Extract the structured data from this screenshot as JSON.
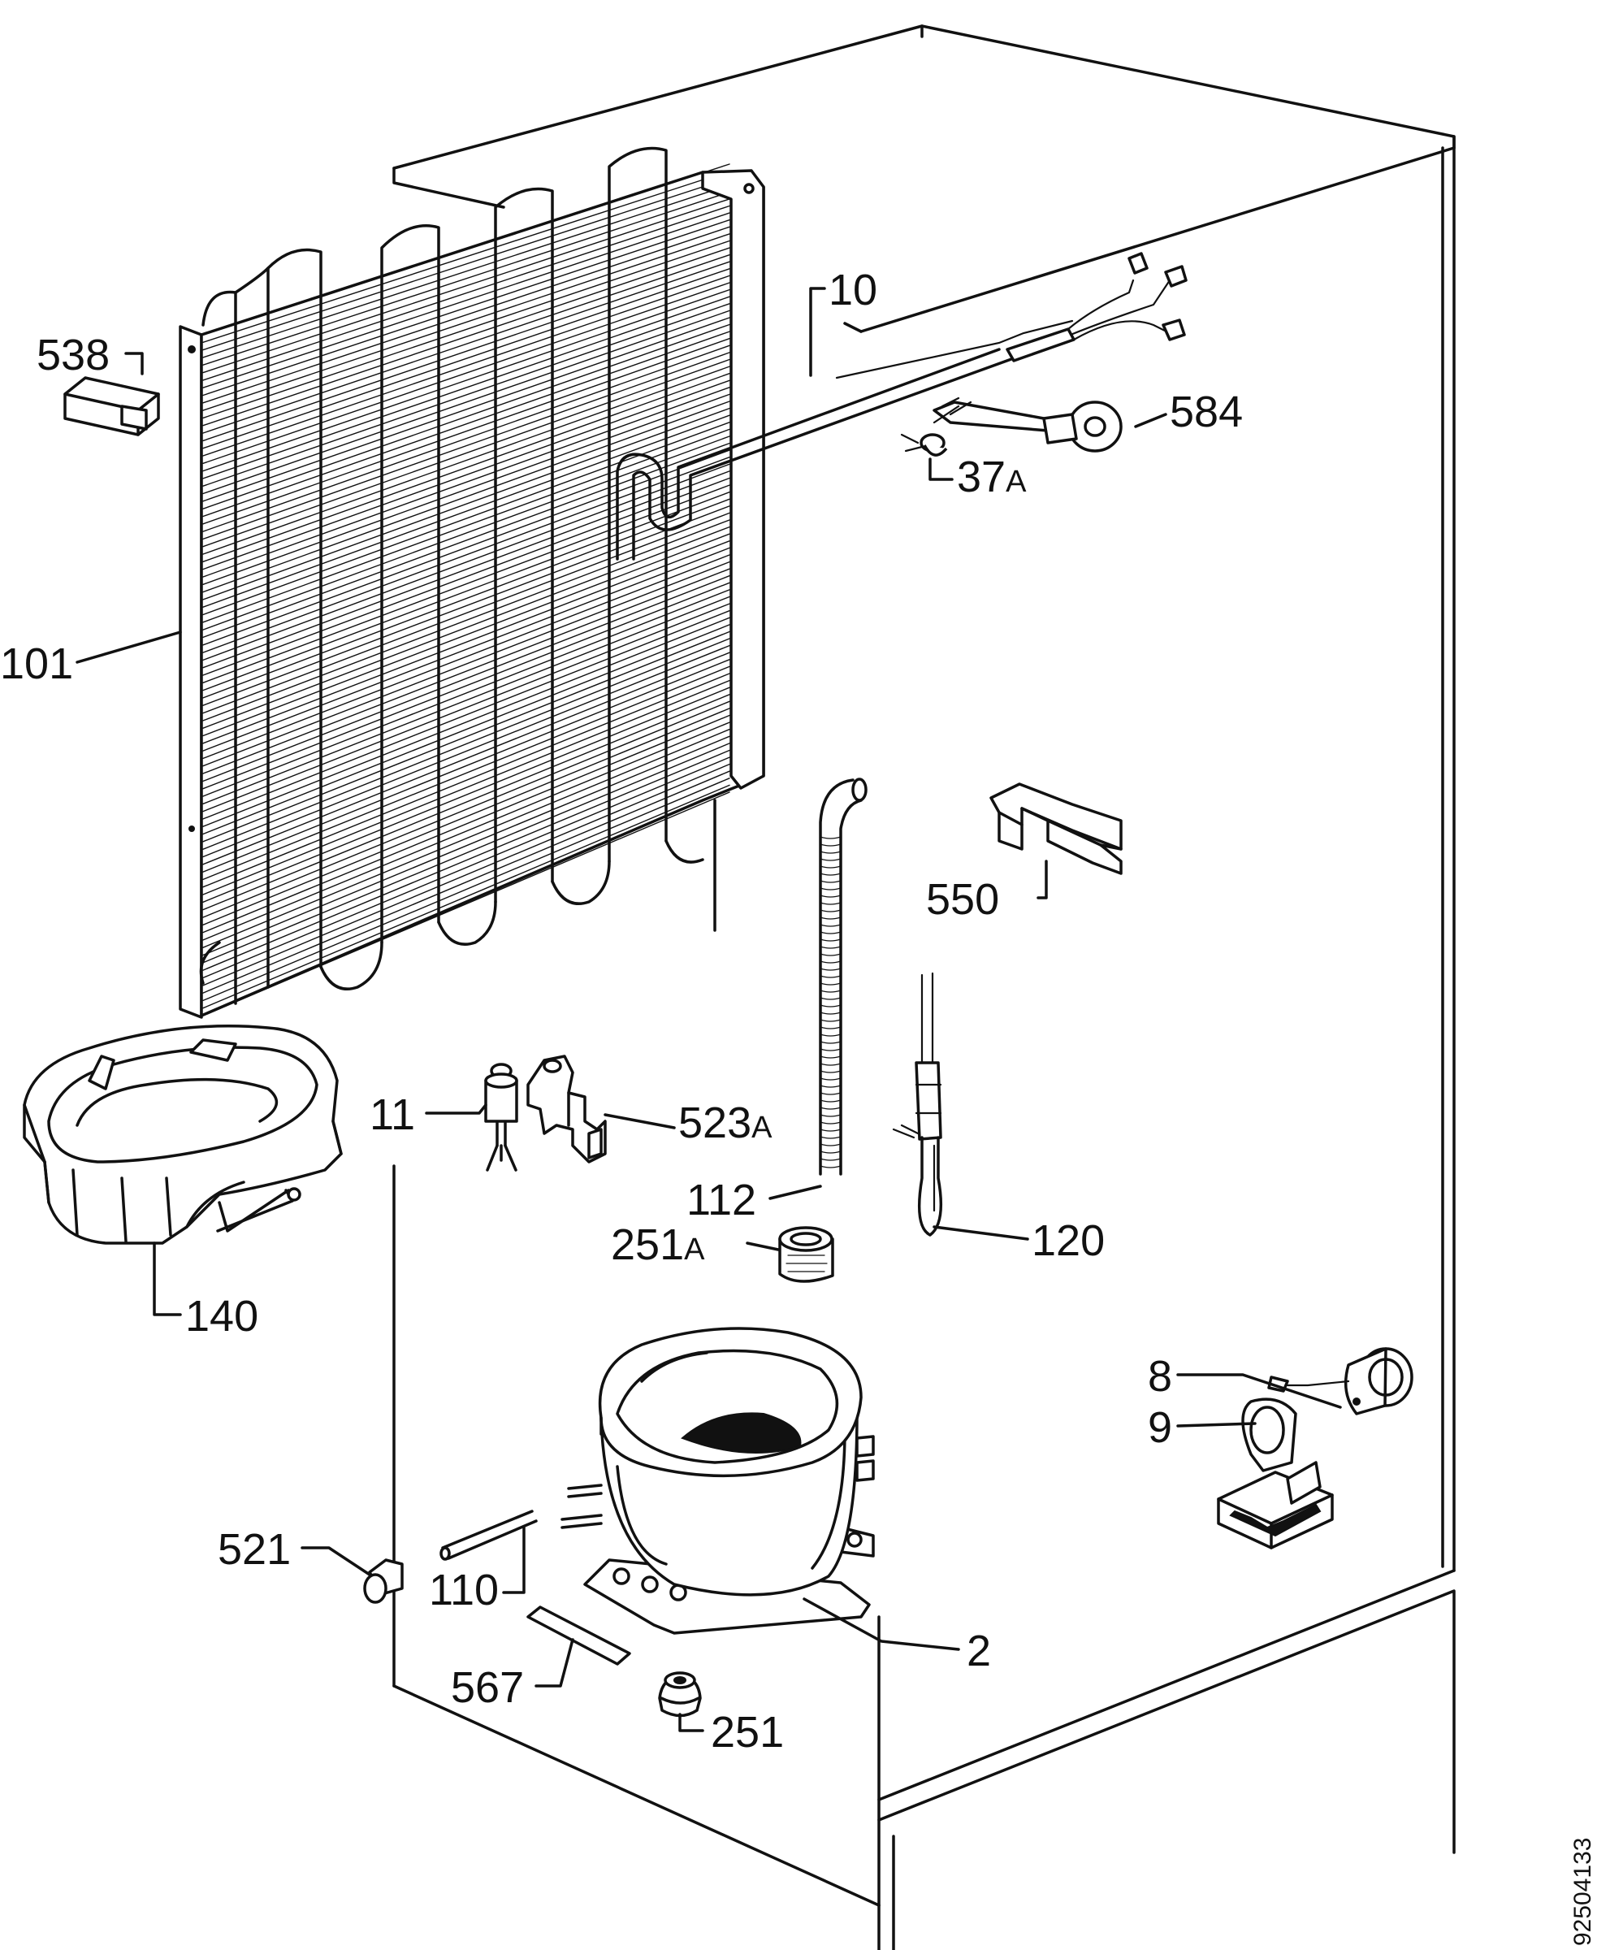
{
  "labels": {
    "l538": "538",
    "l10": "10",
    "l584": "584",
    "l37a_num": "37",
    "l37a_suf": "A",
    "l101": "101",
    "l550": "550",
    "l11": "11",
    "l523a_num": "523",
    "l523a_suf": "A",
    "l112": "112",
    "l251a_num": "251",
    "l251a_suf": "A",
    "l120": "120",
    "l140": "140",
    "l8": "8",
    "l9": "9",
    "l521": "521",
    "l110": "110",
    "l2": "2",
    "l567": "567",
    "l251": "251"
  },
  "drawing_code": "92504133"
}
